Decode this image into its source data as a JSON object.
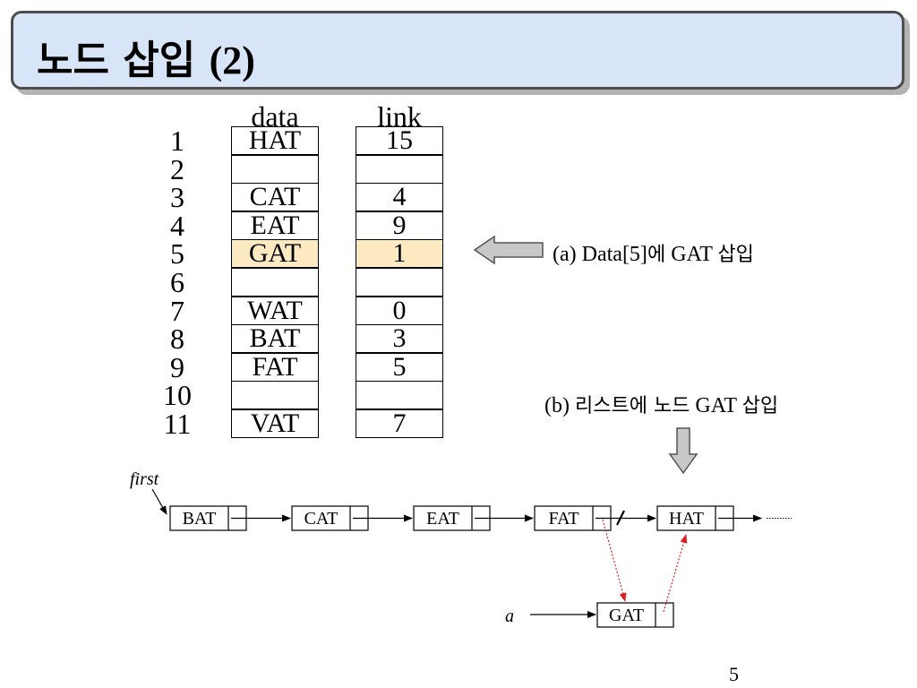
{
  "title": {
    "prefix": "노드 삽입 ",
    "suffix": "(2)"
  },
  "table": {
    "data_header": "data",
    "link_header": "link",
    "rows": [
      {
        "index": "1",
        "data": "HAT",
        "link": "15",
        "highlight": false
      },
      {
        "index": "2",
        "data": "",
        "link": "",
        "highlight": false
      },
      {
        "index": "3",
        "data": "CAT",
        "link": "4",
        "highlight": false
      },
      {
        "index": "4",
        "data": "EAT",
        "link": "9",
        "highlight": false
      },
      {
        "index": "5",
        "data": "GAT",
        "link": "1",
        "highlight": true
      },
      {
        "index": "6",
        "data": "",
        "link": "",
        "highlight": false
      },
      {
        "index": "7",
        "data": "WAT",
        "link": "0",
        "highlight": false
      },
      {
        "index": "8",
        "data": "BAT",
        "link": "3",
        "highlight": false
      },
      {
        "index": "9",
        "data": "FAT",
        "link": "5",
        "highlight": false
      },
      {
        "index": "10",
        "data": "",
        "link": "",
        "highlight": false
      },
      {
        "index": "11",
        "data": "VAT",
        "link": "7",
        "highlight": false
      }
    ]
  },
  "caption_a": {
    "prefix": "(a) Data[5]",
    "ko": "에",
    "mid": " GAT ",
    "ko2": "삽입"
  },
  "caption_b": {
    "prefix": "(b) ",
    "ko": "리스트에 노드",
    "mid": " GAT ",
    "ko2": "삽입"
  },
  "list": {
    "first_label": "first",
    "nodes": [
      "BAT",
      "CAT",
      "EAT",
      "FAT",
      "HAT"
    ],
    "new_node": "GAT",
    "pointer_label": "a"
  },
  "colors": {
    "highlight": "#fde9c2",
    "title_bg": "#d8e4f8",
    "arrow_fill": "#c8c8c8",
    "red": "#e02020"
  },
  "page_number": "5"
}
